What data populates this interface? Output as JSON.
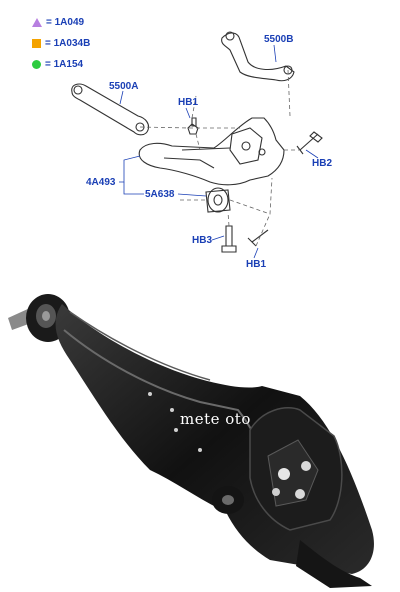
{
  "legend": [
    {
      "symbol": "triangle",
      "color": "#b77fe0",
      "text": "= 1A049"
    },
    {
      "symbol": "square",
      "color": "#f4a300",
      "text": "= 1A034B"
    },
    {
      "symbol": "circle",
      "color": "#2ecc40",
      "text": "= 1A154"
    }
  ],
  "labels": {
    "l5500b": "5500B",
    "l5500a": "5500A",
    "hb1_top": "HB1",
    "hb2": "HB2",
    "l4a493": "4A493",
    "l5a638": "5A638",
    "hb3": "HB3",
    "hb1_bottom": "HB1"
  },
  "watermark": "mete oto",
  "colors": {
    "callout": "#1a3fb5"
  }
}
